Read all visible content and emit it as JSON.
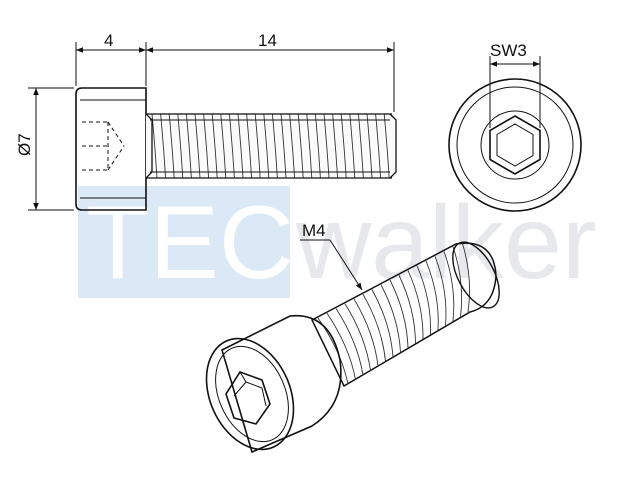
{
  "dimensions": {
    "head_length": "4",
    "thread_length": "14",
    "head_diameter": "Ø7",
    "socket_size": "SW3",
    "thread_size": "M4"
  },
  "watermark": {
    "part1": "TEC",
    "part2": "walker",
    "box_color": "#cfe3f5",
    "text_color1": "#ffffff",
    "text_color2": "#e3e6ea"
  },
  "line_color": "#111111"
}
